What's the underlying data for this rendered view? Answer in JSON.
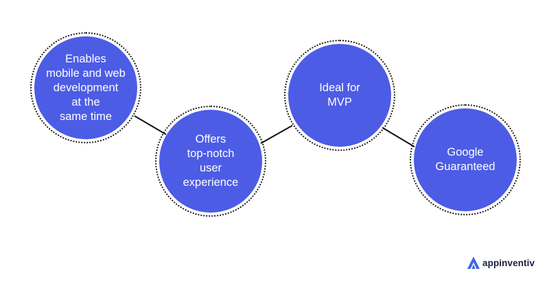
{
  "diagram": {
    "nodes": [
      {
        "id": "mobile-web",
        "label": "Enables\nmobile and web\ndevelopment\nat the\nsame time"
      },
      {
        "id": "ux",
        "label": "Offers\ntop-notch\nuser\nexperience"
      },
      {
        "id": "mvp",
        "label": "Ideal for\nMVP"
      },
      {
        "id": "google",
        "label": "Google\nGuaranteed"
      }
    ],
    "edges": [
      {
        "from": "mobile-web",
        "to": "ux"
      },
      {
        "from": "ux",
        "to": "mvp"
      },
      {
        "from": "mvp",
        "to": "google"
      }
    ]
  },
  "brand": {
    "name": "appinventiv",
    "icon": "appinventiv-logo-icon"
  },
  "colors": {
    "node_fill": "#4d5ce5",
    "ring": "#1a1a1a",
    "connector": "#111111",
    "logo_text": "#1a1f3d",
    "logo_mark": "#3a66e8"
  }
}
